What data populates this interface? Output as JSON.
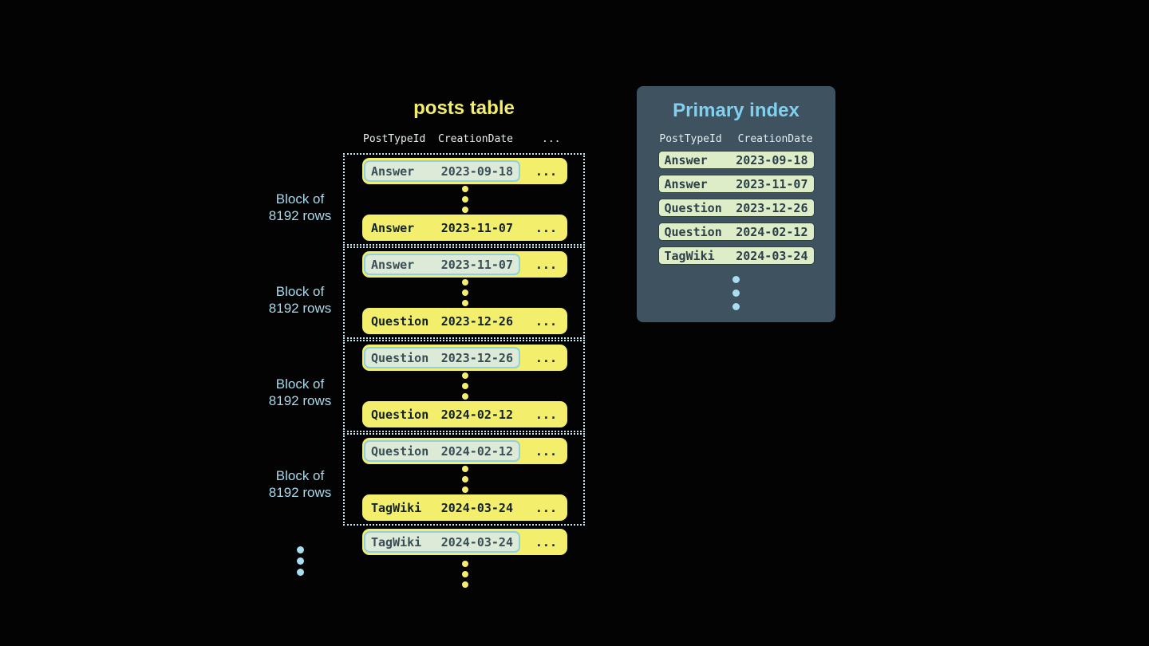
{
  "palette": {
    "background": "#030303",
    "row_yellow": "#f3ef6d",
    "highlight_pill_green": "#dcead7",
    "highlight_pill_border_blue": "#8fd0e5",
    "index_pill_green": "#dcedc8",
    "panel_slate": "#3f5260",
    "accent_light_blue": "#a8d9ea",
    "index_title_blue": "#7fd1ef",
    "dark_text": "#13222a"
  },
  "posts_table": {
    "title": "posts table",
    "columns": {
      "post_type": "PostTypeId",
      "creation_date": "CreationDate",
      "more": "..."
    },
    "row_ellipsis": "...",
    "block_label": {
      "line1": "Block of",
      "line2": "8192 rows"
    },
    "blocks": [
      {
        "first_row": {
          "post_type": "Answer",
          "creation_date": "2023-09-18"
        },
        "last_row": {
          "post_type": "Answer",
          "creation_date": "2023-11-07"
        }
      },
      {
        "first_row": {
          "post_type": "Answer",
          "creation_date": "2023-11-07"
        },
        "last_row": {
          "post_type": "Question",
          "creation_date": "2023-12-26"
        }
      },
      {
        "first_row": {
          "post_type": "Question",
          "creation_date": "2023-12-26"
        },
        "last_row": {
          "post_type": "Question",
          "creation_date": "2024-02-12"
        }
      },
      {
        "first_row": {
          "post_type": "Question",
          "creation_date": "2024-02-12"
        },
        "last_row": {
          "post_type": "TagWiki",
          "creation_date": "2024-03-24"
        }
      }
    ],
    "overflow_row": {
      "post_type": "TagWiki",
      "creation_date": "2024-03-24"
    }
  },
  "primary_index": {
    "title": "Primary index",
    "columns": {
      "post_type": "PostTypeId",
      "creation_date": "CreationDate"
    },
    "rows": [
      {
        "post_type": "Answer",
        "creation_date": "2023-09-18"
      },
      {
        "post_type": "Answer",
        "creation_date": "2023-11-07"
      },
      {
        "post_type": "Question",
        "creation_date": "2023-12-26"
      },
      {
        "post_type": "Question",
        "creation_date": "2024-02-12"
      },
      {
        "post_type": "TagWiki",
        "creation_date": "2024-03-24"
      }
    ]
  }
}
